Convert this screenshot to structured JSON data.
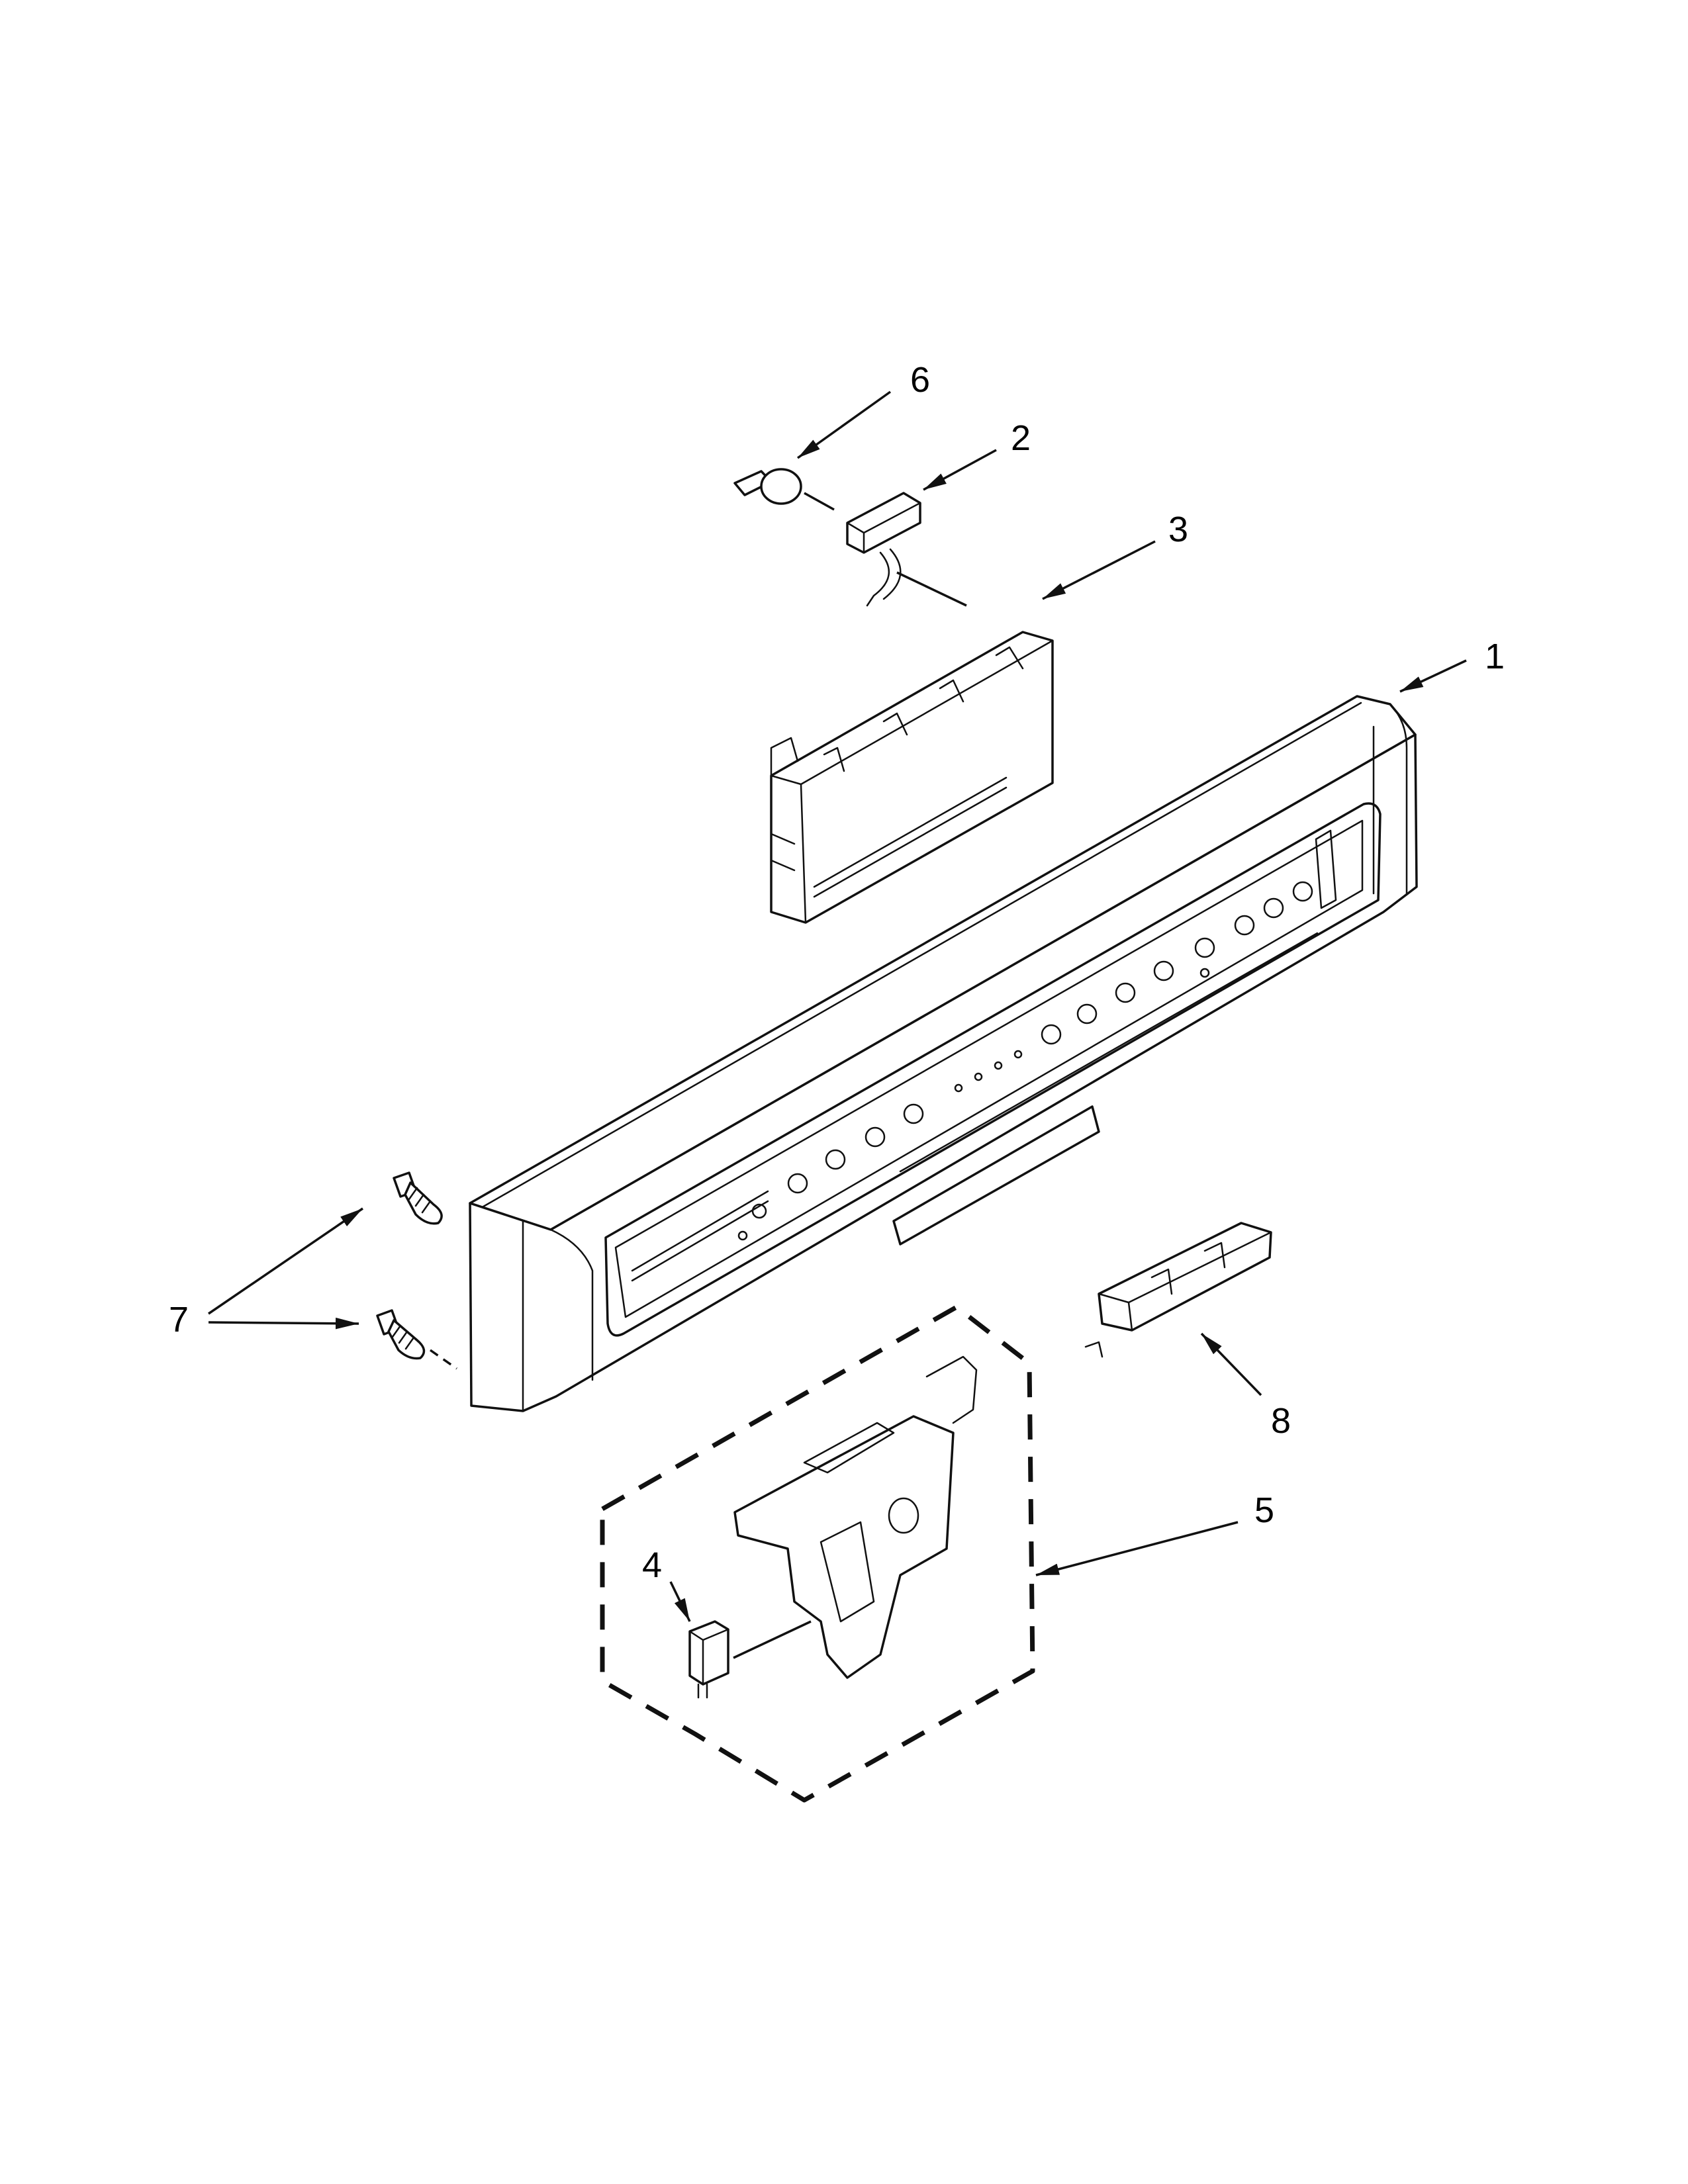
{
  "diagram": {
    "callouts": [
      {
        "id": "c1",
        "label": "1"
      },
      {
        "id": "c2",
        "label": "2"
      },
      {
        "id": "c3",
        "label": "3"
      },
      {
        "id": "c4",
        "label": "4"
      },
      {
        "id": "c5",
        "label": "5"
      },
      {
        "id": "c6",
        "label": "6"
      },
      {
        "id": "c7",
        "label": "7"
      },
      {
        "id": "c8",
        "label": "8"
      }
    ],
    "parts": [
      {
        "callout": "1",
        "part": "control-panel-console"
      },
      {
        "callout": "2",
        "part": "wire-harness-connector"
      },
      {
        "callout": "3",
        "part": "electronic-control-board"
      },
      {
        "callout": "4",
        "part": "door-switch"
      },
      {
        "callout": "5",
        "part": "door-latch-assembly"
      },
      {
        "callout": "6",
        "part": "thermal-fuse"
      },
      {
        "callout": "7",
        "part": "screws"
      },
      {
        "callout": "8",
        "part": "door-handle"
      }
    ]
  }
}
